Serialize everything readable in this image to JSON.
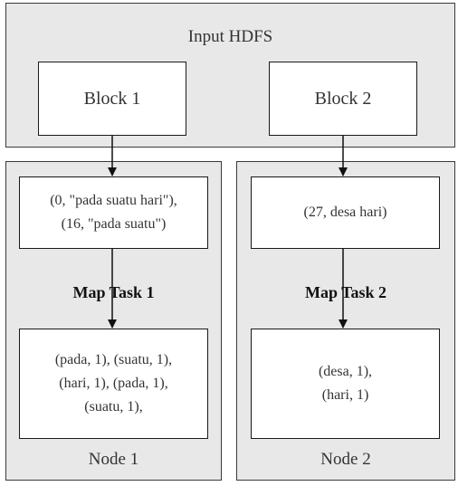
{
  "input": {
    "title": "Input HDFS",
    "blocks": [
      "Block 1",
      "Block 2"
    ]
  },
  "nodes": [
    {
      "label": "Node 1",
      "input_records": "(0, \"pada suatu hari\"),\n(16, \"pada suatu\")",
      "task": "Map Task 1",
      "output": "(pada, 1), (suatu, 1),\n(hari, 1), (pada, 1),\n(suatu, 1),"
    },
    {
      "label": "Node 2",
      "input_records": "(27, desa hari)",
      "task": "Map Task 2",
      "output": "(desa, 1),\n(hari, 1)"
    }
  ]
}
